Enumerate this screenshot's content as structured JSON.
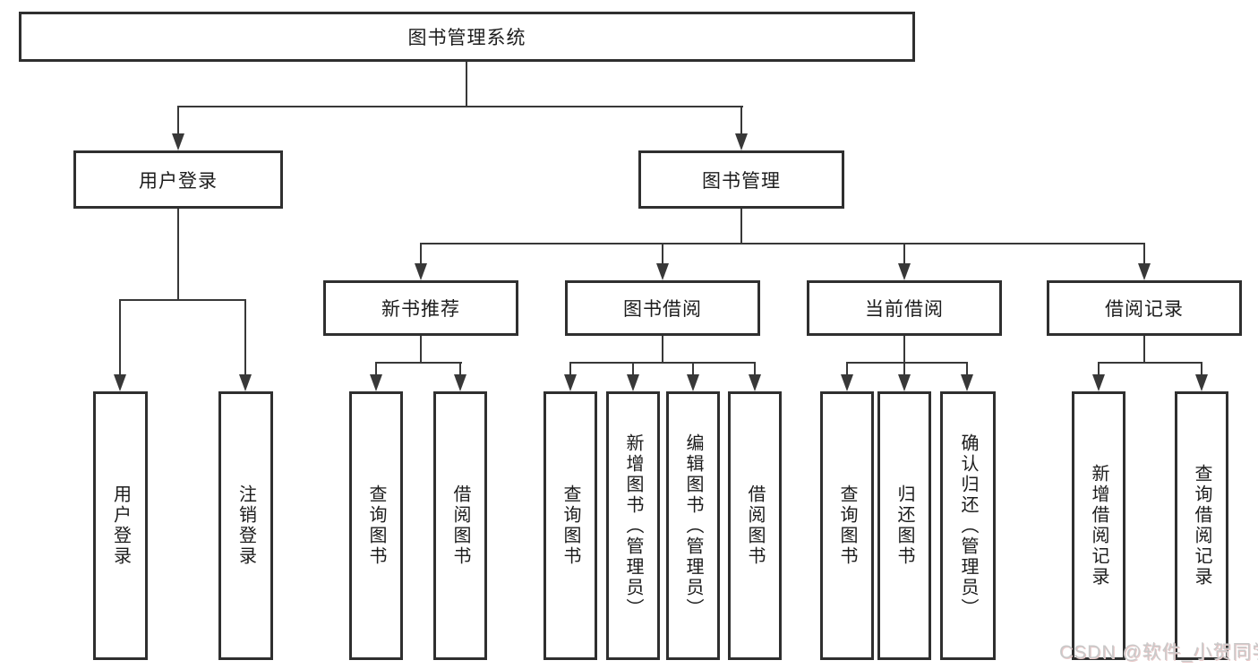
{
  "diagram": {
    "title": "图书管理系统",
    "type": "hierarchy-tree",
    "colors": {
      "line": "#383838",
      "box_border": "#2f2f2f",
      "text": "#1c1c1c",
      "background": "#ffffff",
      "watermark": "#c9c9c9"
    },
    "tree": {
      "label": "图书管理系统",
      "children": [
        {
          "label": "用户登录",
          "children": [
            {
              "label": "用户登录"
            },
            {
              "label": "注销登录"
            }
          ]
        },
        {
          "label": "图书管理",
          "children": [
            {
              "label": "新书推荐",
              "children": [
                {
                  "label": "查询图书"
                },
                {
                  "label": "借阅图书"
                }
              ]
            },
            {
              "label": "图书借阅",
              "children": [
                {
                  "label": "查询图书"
                },
                {
                  "label": "新增图书（管理员）"
                },
                {
                  "label": "编辑图书（管理员）"
                },
                {
                  "label": "借阅图书"
                }
              ]
            },
            {
              "label": "当前借阅",
              "children": [
                {
                  "label": "查询图书"
                },
                {
                  "label": "归还图书"
                },
                {
                  "label": "确认归还（管理员）"
                }
              ]
            },
            {
              "label": "借阅记录",
              "children": [
                {
                  "label": "新增借阅记录"
                },
                {
                  "label": "查询借阅记录"
                }
              ]
            }
          ]
        }
      ]
    }
  },
  "watermark": {
    "text": "CSDN @软件_小贺同学"
  }
}
